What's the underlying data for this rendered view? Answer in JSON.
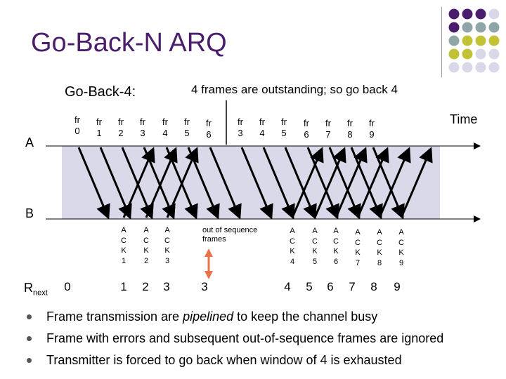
{
  "title": "Go-Back-N ARQ",
  "subtitle_left": "Go-Back-4:",
  "subtitle_right": "4 frames are outstanding; so go back 4",
  "time_label": "Time",
  "label_a": "A",
  "label_b": "B",
  "rnext_label": "R",
  "rnext_sub": "next",
  "out_of_sequence_label": "out of sequence frames",
  "frames": [
    {
      "line1": "fr",
      "line2": "0"
    },
    {
      "line1": "fr",
      "line2": "1"
    },
    {
      "line1": "fr",
      "line2": "2"
    },
    {
      "line1": "fr",
      "line2": "3"
    },
    {
      "line1": "fr",
      "line2": "4"
    },
    {
      "line1": "fr",
      "line2": "5"
    },
    {
      "line1": "fr",
      "line2": "6"
    },
    {
      "line1": "fr",
      "line2": "3"
    },
    {
      "line1": "fr",
      "line2": "4"
    },
    {
      "line1": "fr",
      "line2": "5"
    },
    {
      "line1": "fr",
      "line2": "6"
    },
    {
      "line1": "fr",
      "line2": "7"
    },
    {
      "line1": "fr",
      "line2": "8"
    },
    {
      "line1": "fr",
      "line2": "9"
    }
  ],
  "acks": [
    {
      "l1": "A",
      "l2": "C",
      "l3": "K",
      "l4": "1"
    },
    {
      "l1": "A",
      "l2": "C",
      "l3": "K",
      "l4": "2"
    },
    {
      "l1": "A",
      "l2": "C",
      "l3": "K",
      "l4": "3"
    },
    {
      "l1": "A",
      "l2": "C",
      "l3": "K",
      "l4": "4"
    },
    {
      "l1": "A",
      "l2": "C",
      "l3": "K",
      "l4": "5"
    },
    {
      "l1": "A",
      "l2": "C",
      "l3": "K",
      "l4": "6"
    },
    {
      "l1": "A",
      "l2": "C",
      "l3": "K",
      "l4": "7"
    },
    {
      "l1": "A",
      "l2": "C",
      "l3": "K",
      "l4": "8"
    },
    {
      "l1": "A",
      "l2": "C",
      "l3": "K",
      "l4": "9"
    }
  ],
  "rnext_values": [
    "0",
    "1",
    "2",
    "3",
    "3",
    "4",
    "5",
    "6",
    "7",
    "8",
    "9"
  ],
  "bullets": [
    {
      "pre": "Frame transmission are ",
      "em": "pipelined",
      "post": " to keep the channel busy"
    },
    {
      "pre": "Frame with errors and subsequent out-of-sequence frames are ignored",
      "em": "",
      "post": ""
    },
    {
      "pre": "Transmitter is forced to go back when window of 4 is exhausted",
      "em": "",
      "post": ""
    }
  ],
  "colors": {
    "title": "#4b1e6d",
    "band": "#d9d9ea",
    "error_arrow": "#e8734a",
    "grid_purple": "#4b1e6d",
    "grid_teal": "#8ea6a8",
    "grid_yellow": "#c2c236",
    "grid_light": "#d8d8e8"
  },
  "icons": [
    "bullet-dot-icon",
    "decorative-dot-grid-icon"
  ]
}
